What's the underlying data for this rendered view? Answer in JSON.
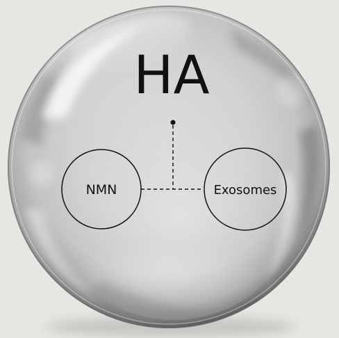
{
  "diagram": {
    "title": "HA",
    "left_node": "NMN",
    "right_node": "Exosomes"
  },
  "colors": {
    "background": "#e8e6e3",
    "sphere_base": "#cfcfcf",
    "sphere_rim": "#5e5e5e",
    "ink": "#111111"
  }
}
